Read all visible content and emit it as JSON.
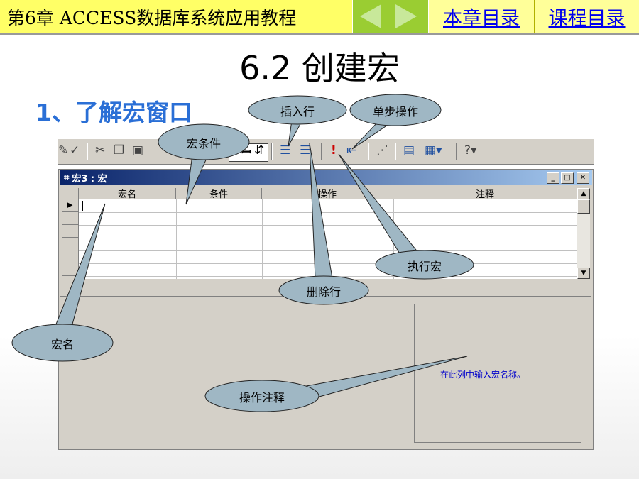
{
  "header": {
    "title": "第6章 ACCESS数据库系统应用教程",
    "chapter_toc": "本章目录",
    "course_toc": "课程目录"
  },
  "slide": {
    "title": "6.2 创建宏",
    "subtitle": "1、了解宏窗口"
  },
  "window": {
    "title": "宏3 : 宏",
    "columns": [
      "宏名",
      "条件",
      "操作",
      "注释"
    ],
    "hint": "在此列中输入宏名称。"
  },
  "callouts": {
    "insert_row": "插入行",
    "single_step": "单步操作",
    "macro_condition": "宏条件",
    "run_macro": "执行宏",
    "delete_row": "删除行",
    "macro_name": "宏名",
    "action_comment": "操作注释"
  },
  "colors": {
    "header_bg": "#ffff66",
    "nav_bg": "#9acd32",
    "subtitle": "#2a6fd6",
    "callout_fill": "#9fb7c4",
    "titlebar": "#0a246a"
  }
}
